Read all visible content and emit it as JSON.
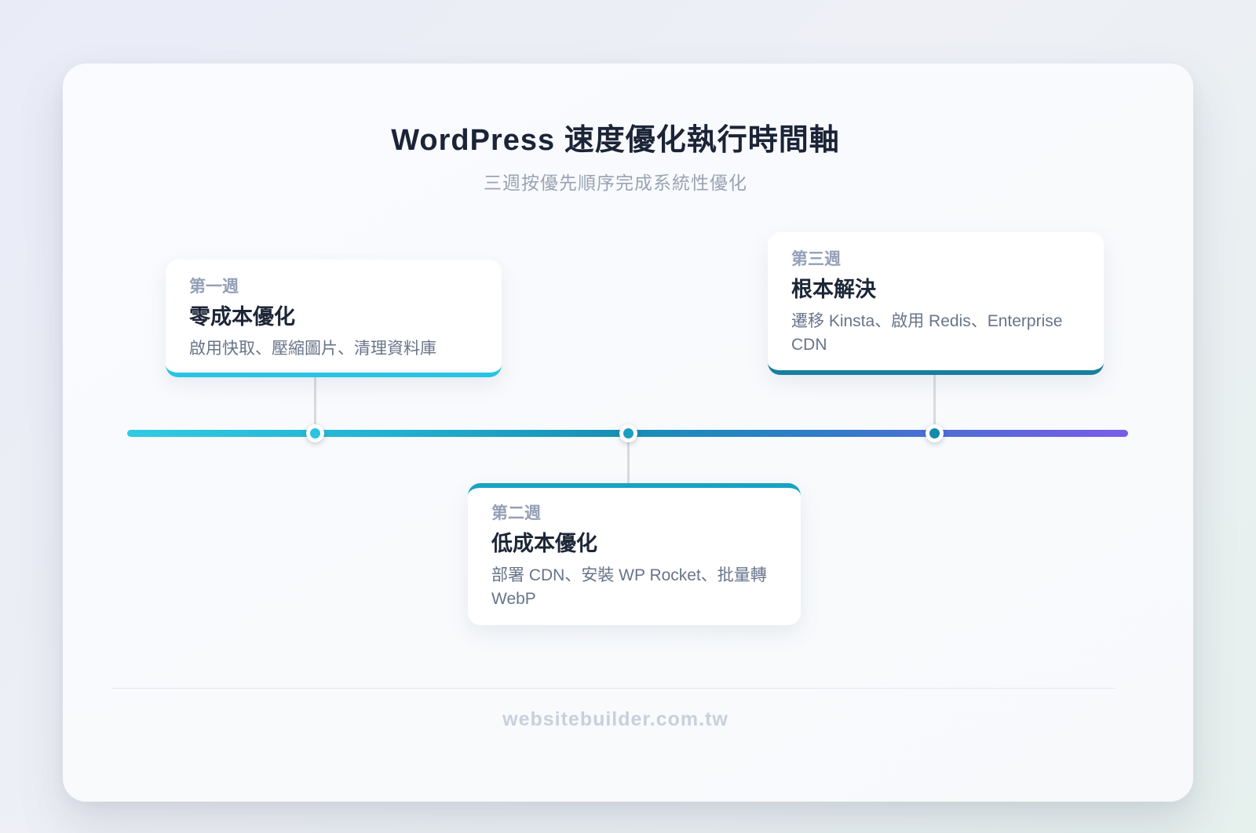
{
  "page": {
    "title": "WordPress 速度優化執行時間軸",
    "subtitle": "三週按優先順序完成系統性優化",
    "footer": "websitebuilder.com.tw"
  },
  "timeline": {
    "bar_gradient": [
      "#30cbe2 0%",
      "#22b3d2 25%",
      "#1791b4 48%",
      "#2d7ec6 68%",
      "#5a68da 86%",
      "#7a5ce8 100%"
    ],
    "items": [
      {
        "week": "第一週",
        "title": "零成本優化",
        "description": "啟用快取、壓縮圖片、清理資料庫",
        "accent_color": "#28c4e4",
        "dot_color": "#2bc3e0",
        "position": "above"
      },
      {
        "week": "第二週",
        "title": "低成本優化",
        "description": "部署 CDN、安裝 WP Rocket、批量轉 WebP",
        "accent_color": "#16a3c4",
        "dot_color": "#199ec0",
        "position": "below"
      },
      {
        "week": "第三週",
        "title": "根本解決",
        "description": "遷移 Kinsta、啟用 Redis、Enterprise CDN",
        "accent_color": "#177f9e",
        "dot_color": "#1489aa",
        "position": "above"
      }
    ]
  }
}
